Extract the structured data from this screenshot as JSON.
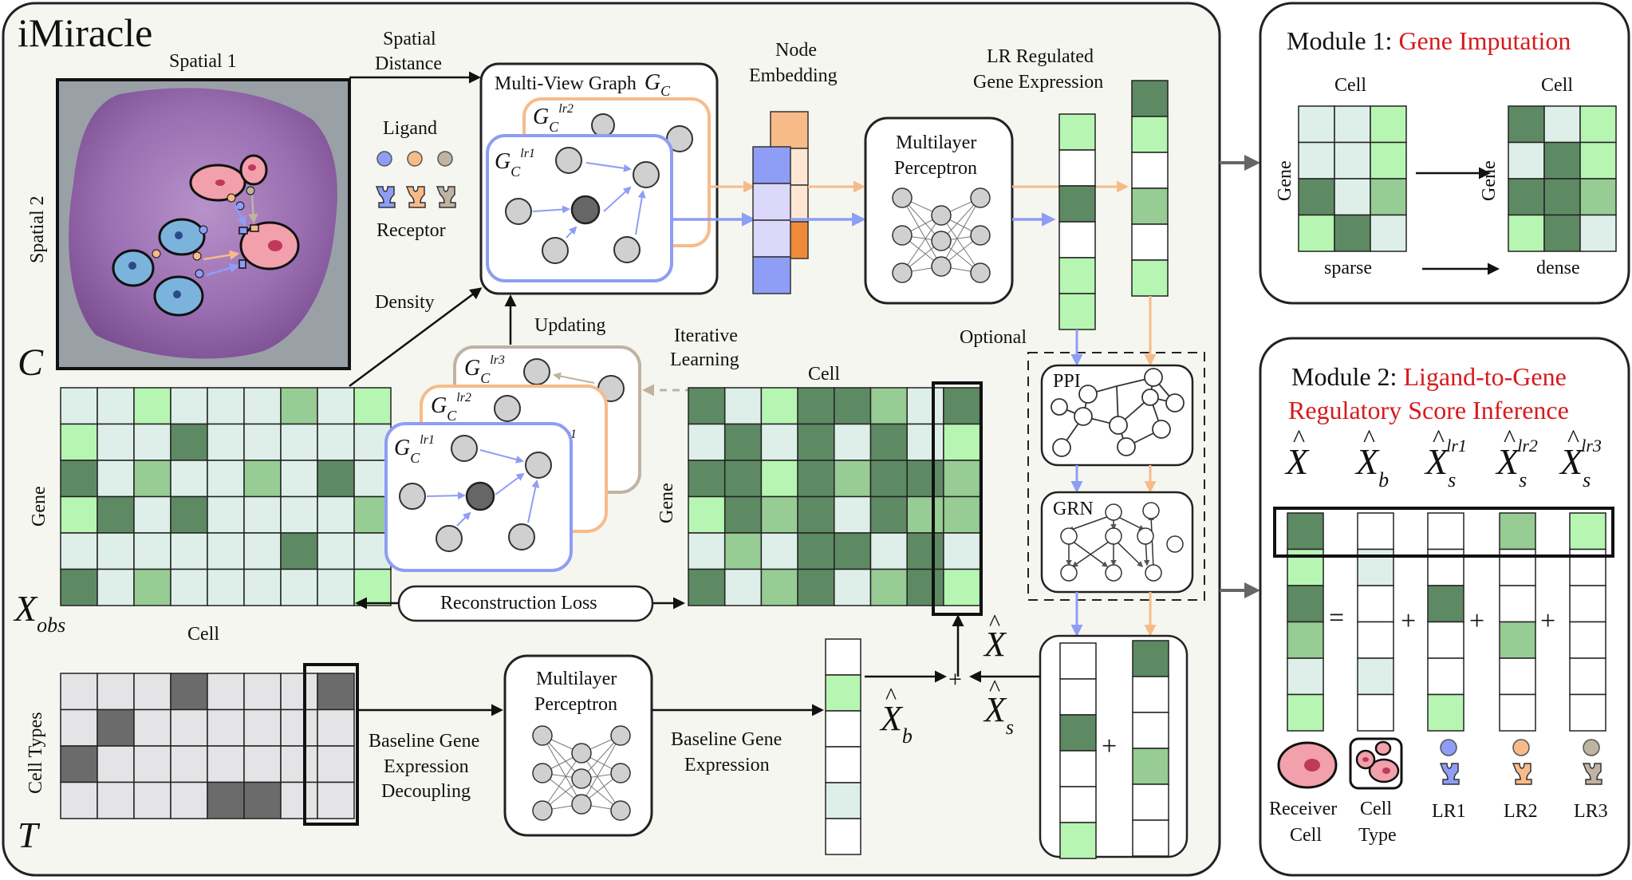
{
  "main_title": "iMiracle",
  "spatial": {
    "spatial1": "Spatial 1",
    "spatial2": "Spatial 2",
    "distance_line1": "Spatial",
    "distance_line2": "Distance",
    "density": "Density",
    "c_symbol": "C"
  },
  "legend": {
    "ligand": "Ligand",
    "receptor": "Receptor"
  },
  "graph": {
    "multi_view_title": "Multi-View Graph",
    "g_symbol": "G",
    "c_sub": "C",
    "lr1": "lr1",
    "lr2": "lr2",
    "lr3": "lr3",
    "updating": "Updating",
    "iterative_line1": "Iterative",
    "iterative_line2": "Learning"
  },
  "node_embedding": {
    "line1": "Node",
    "line2": "Embedding"
  },
  "mlp": {
    "line1": "Multilayer",
    "line2": "Perceptron"
  },
  "lr_expression": {
    "line1": "LR Regulated",
    "line2": "Gene Expression"
  },
  "optional": "Optional",
  "networks": {
    "ppi": "PPI",
    "grn": "GRN"
  },
  "matrices": {
    "x_obs": "X",
    "x_obs_sub": "obs",
    "gene": "Gene",
    "cell": "Cell",
    "cell_types": "Cell Types",
    "t_symbol": "T",
    "reconstruction_loss": "Reconstruction Loss"
  },
  "baseline": {
    "decoupling_line1": "Baseline Gene",
    "decoupling_line2": "Expression",
    "decoupling_line3": "Decoupling",
    "expression_line1": "Baseline Gene",
    "expression_line2": "Expression"
  },
  "symbols": {
    "xhat": "X",
    "b": "b",
    "s": "s",
    "plus": "+",
    "equals": "="
  },
  "module1": {
    "prefix": "Module 1: ",
    "title": "Gene Imputation",
    "cell": "Cell",
    "gene": "Gene",
    "sparse": "sparse",
    "dense": "dense"
  },
  "module2": {
    "prefix": "Module 2: ",
    "title_line1": "Ligand-to-Gene",
    "title_line2": "Regulatory Score Inference",
    "labels": [
      "Receiver",
      "Cell",
      "Cell",
      "Type",
      "LR1",
      "LR2",
      "LR3"
    ],
    "sup_lr1": "lr1",
    "sup_lr2": "lr2",
    "sup_lr3": "lr3"
  },
  "colors": {
    "dark_green": "#5e8a63",
    "mid_green": "#97cc95",
    "light_green": "#b7f5b3",
    "pale": "#deefe9",
    "blue_edge": "#8e9df5",
    "orange_edge": "#f7bb8a",
    "taupe_edge": "#bfb3a2",
    "accent_red": "#d7191c"
  }
}
